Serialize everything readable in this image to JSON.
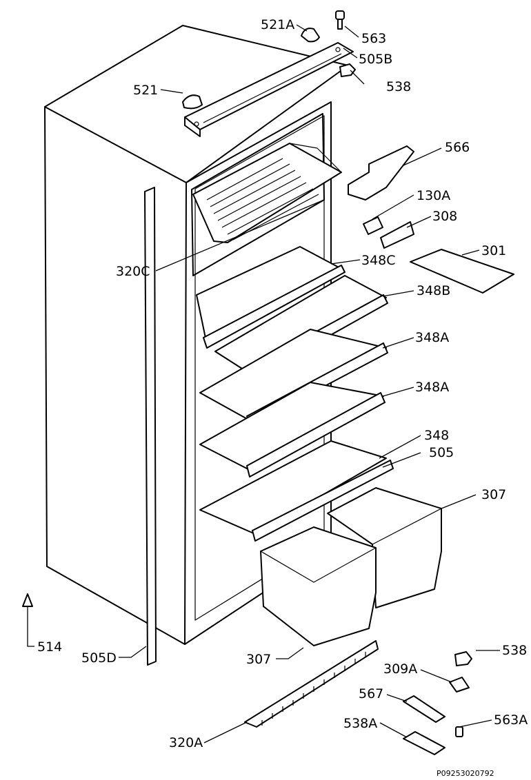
{
  "labels": {
    "p521A": "521A",
    "p563": "563",
    "p505B": "505B",
    "p538_top": "538",
    "p521": "521",
    "p566": "566",
    "p130A": "130A",
    "p308": "308",
    "p301": "301",
    "p320C": "320C",
    "p348C": "348C",
    "p348B": "348B",
    "p348A_1": "348A",
    "p348A_2": "348A",
    "p348": "348",
    "p505": "505",
    "p307_right": "307",
    "p514": "514",
    "p505D": "505D",
    "p307_bottom": "307",
    "p538_bottom": "538",
    "p309A": "309A",
    "p567": "567",
    "p563A": "563A",
    "p538A": "538A",
    "p320A": "320A"
  },
  "drawing_code": "P09253020792"
}
